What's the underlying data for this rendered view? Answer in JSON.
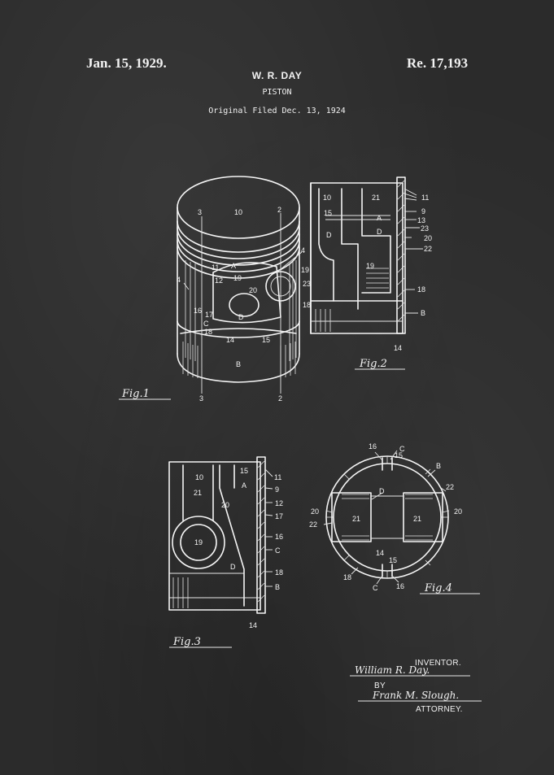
{
  "header": {
    "date": "Jan. 15, 1929.",
    "inventor_name": "W. R. DAY",
    "number": "Re. 17,193",
    "title": "PISTON",
    "filed": "Original Filed Dec. 13, 1924"
  },
  "figures": {
    "fig1": {
      "caption": "Fig.1",
      "labels": [
        "10",
        "3",
        "2",
        "11",
        "A",
        "4",
        "12",
        "19",
        "20",
        "23",
        "4",
        "16",
        "17",
        "C",
        "18",
        "D",
        "14",
        "15",
        "18",
        "B",
        "3",
        "2"
      ]
    },
    "fig2": {
      "caption": "Fig.2",
      "labels": [
        "10",
        "21",
        "11",
        "15",
        "A",
        "9",
        "13",
        "D",
        "D",
        "23",
        "20",
        "22",
        "19",
        "19",
        "18",
        "B",
        "14"
      ]
    },
    "fig3": {
      "caption": "Fig.3",
      "labels": [
        "10",
        "15",
        "11",
        "A",
        "9",
        "21",
        "20",
        "12",
        "17",
        "16",
        "19",
        "C",
        "D",
        "18",
        "B",
        "14"
      ]
    },
    "fig4": {
      "caption": "Fig.4",
      "labels": [
        "16",
        "C",
        "15",
        "B",
        "22",
        "D",
        "20",
        "21",
        "21",
        "20",
        "22",
        "14",
        "15",
        "18",
        "C",
        "16"
      ]
    }
  },
  "signature": {
    "inventor_label": "INVENTOR.",
    "inventor_signature": "William R. Day.",
    "by": "BY",
    "attorney_signature": "Frank M. Slough.",
    "attorney_label": "ATTORNEY."
  }
}
